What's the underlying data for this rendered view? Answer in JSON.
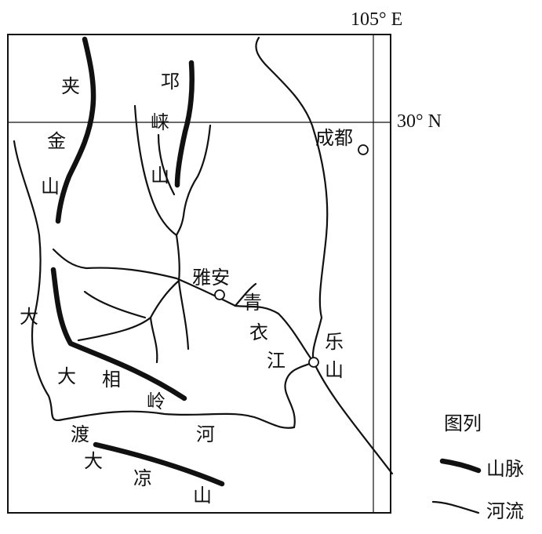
{
  "coordinates": {
    "longitude": "105° E",
    "latitude": "30° N"
  },
  "mountains": {
    "jiajin": [
      "夹",
      "金",
      "山"
    ],
    "qionglai": [
      "邛",
      "崃",
      "山"
    ],
    "daxiangling": [
      "大",
      "相",
      "岭"
    ],
    "daliang": [
      "大",
      "凉",
      "山"
    ]
  },
  "rivers": {
    "dadu": [
      "大",
      "渡",
      "河"
    ],
    "qingyi": [
      "青",
      "衣",
      "江"
    ]
  },
  "cities": {
    "chengdu": "成都",
    "yaan": "雅安",
    "leshan": [
      "乐",
      "山"
    ]
  },
  "legend": {
    "title": "图列",
    "mountain_label": "山脉",
    "river_label": "河流"
  }
}
